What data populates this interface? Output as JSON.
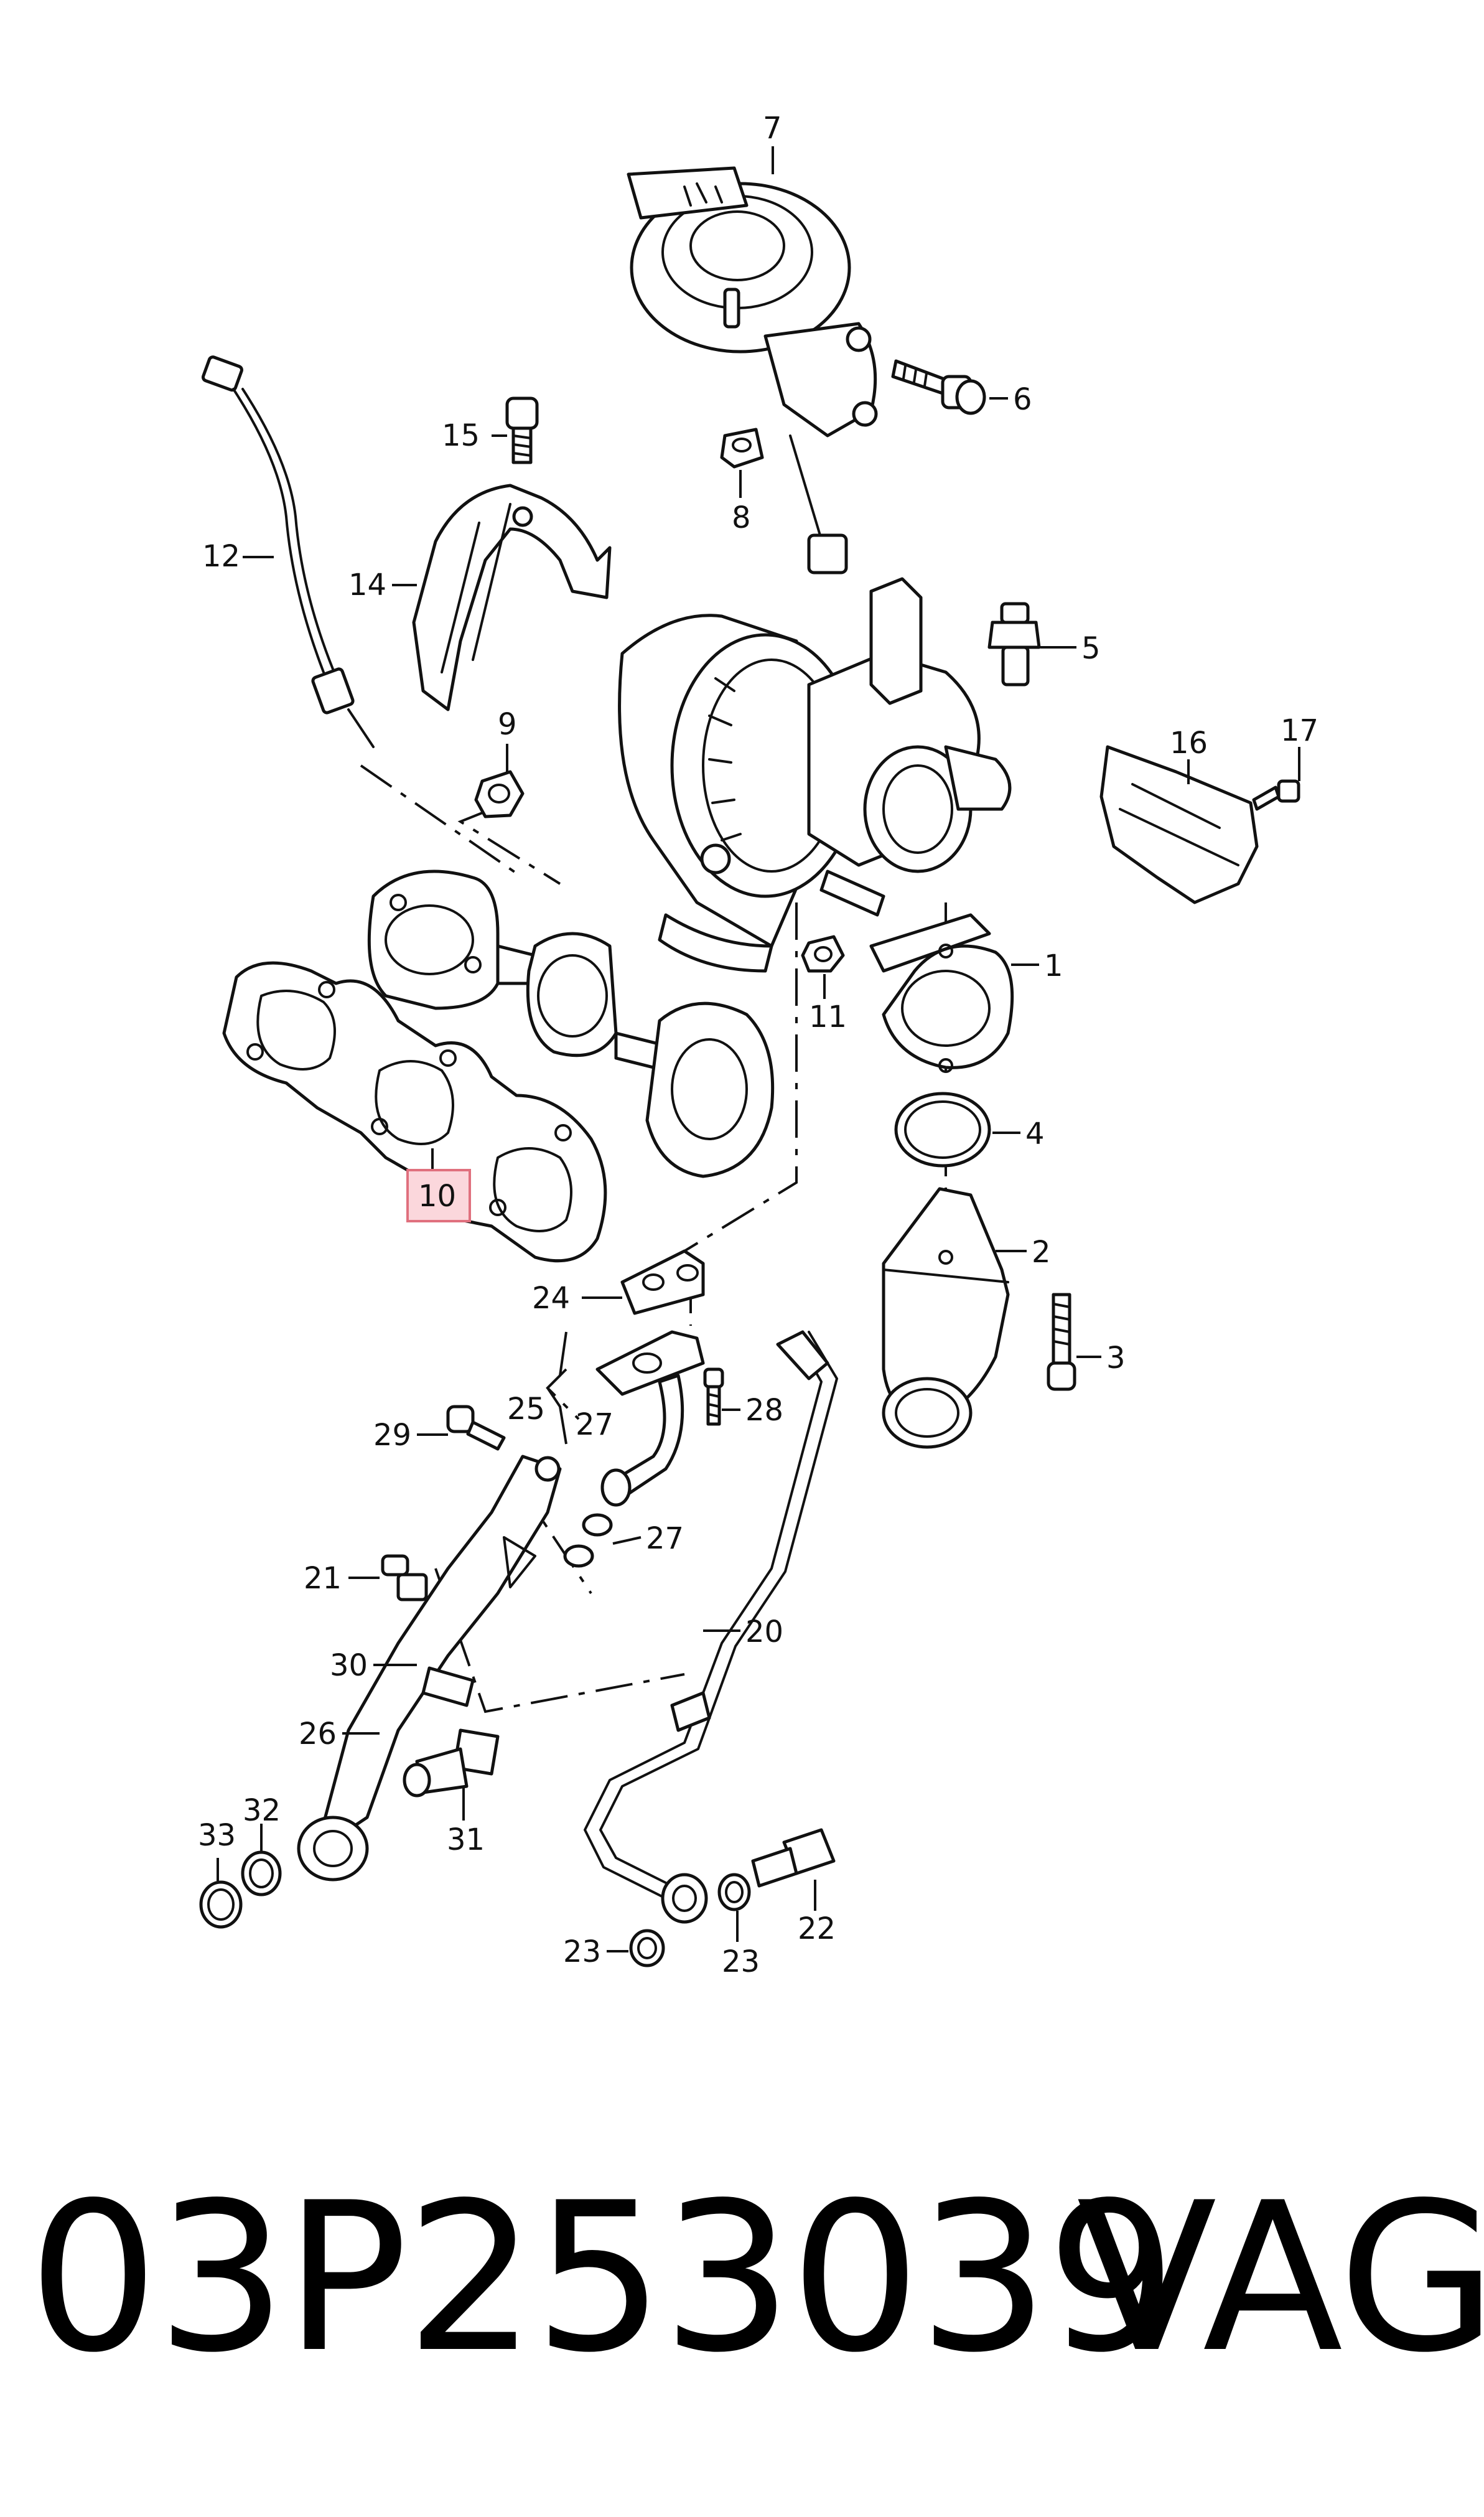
{
  "footer": {
    "part_number": "03P253039",
    "brand": "VAG"
  },
  "highlight": {
    "callout": "10",
    "fill_color": "#fbd7dc",
    "stroke_color": "#e0707e"
  },
  "callouts": {
    "c1": "1",
    "c2": "2",
    "c3": "3",
    "c4": "4",
    "c5": "5",
    "c6": "6",
    "c7": "7",
    "c8": "8",
    "c9": "9",
    "c10": "10",
    "c11": "11",
    "c12": "12",
    "c14": "14",
    "c15": "15",
    "c16": "16",
    "c17": "17",
    "c20": "20",
    "c21": "21",
    "c22": "22",
    "c23a": "23",
    "c23b": "23",
    "c24": "24",
    "c25": "25",
    "c26": "26",
    "c27a": "27",
    "c27b": "27",
    "c28": "28",
    "c29": "29",
    "c30": "30",
    "c31": "31",
    "c32": "32",
    "c33": "33"
  }
}
